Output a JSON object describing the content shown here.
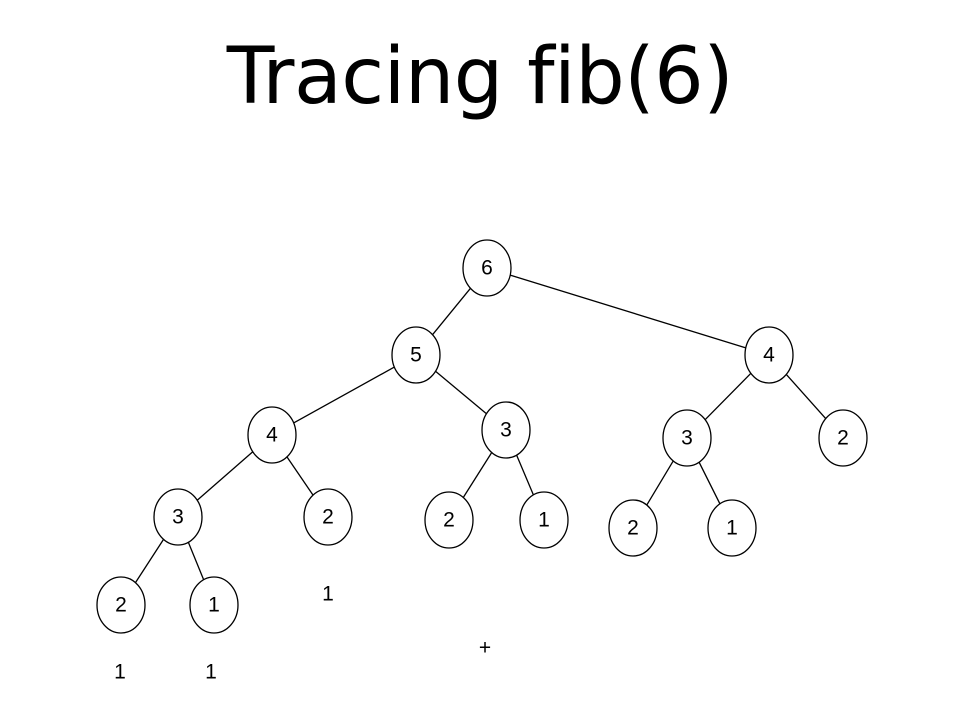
{
  "slide": {
    "title": "Tracing fib(6)"
  },
  "tree": {
    "nodes": [
      {
        "id": "n6",
        "label": "6"
      },
      {
        "id": "n5",
        "label": "5"
      },
      {
        "id": "n4r",
        "label": "4"
      },
      {
        "id": "n4",
        "label": "4"
      },
      {
        "id": "n3m",
        "label": "3"
      },
      {
        "id": "n3r",
        "label": "3"
      },
      {
        "id": "n2rr",
        "label": "2"
      },
      {
        "id": "n3l",
        "label": "3"
      },
      {
        "id": "n2l",
        "label": "2"
      },
      {
        "id": "n2m",
        "label": "2"
      },
      {
        "id": "n1m",
        "label": "1"
      },
      {
        "id": "n2r",
        "label": "2"
      },
      {
        "id": "n1r",
        "label": "1"
      },
      {
        "id": "n2ll",
        "label": "2"
      },
      {
        "id": "n1ll",
        "label": "1"
      }
    ],
    "edges": [
      [
        "n6",
        "n5"
      ],
      [
        "n6",
        "n4r"
      ],
      [
        "n5",
        "n4"
      ],
      [
        "n5",
        "n3m"
      ],
      [
        "n4r",
        "n3r"
      ],
      [
        "n4r",
        "n2rr"
      ],
      [
        "n4",
        "n3l"
      ],
      [
        "n4",
        "n2l"
      ],
      [
        "n3m",
        "n2m"
      ],
      [
        "n3m",
        "n1m"
      ],
      [
        "n3r",
        "n2r"
      ],
      [
        "n3r",
        "n1r"
      ],
      [
        "n3l",
        "n2ll"
      ],
      [
        "n3l",
        "n1ll"
      ]
    ]
  },
  "results": [
    {
      "id": "r-n2l",
      "label": "1"
    },
    {
      "id": "r-n2ll",
      "label": "1"
    },
    {
      "id": "r-n1ll",
      "label": "1"
    },
    {
      "id": "plus",
      "label": "+"
    }
  ]
}
